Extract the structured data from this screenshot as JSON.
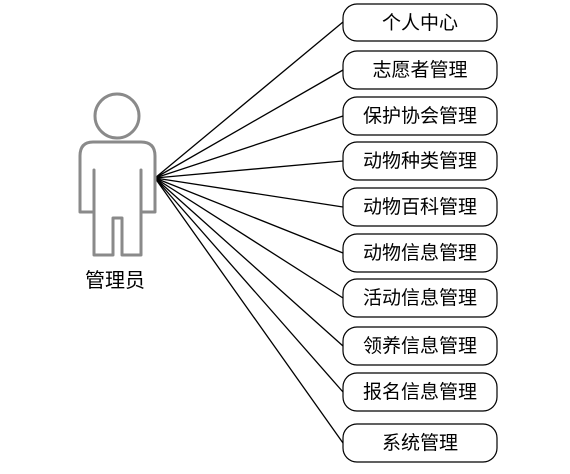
{
  "actor": {
    "label": "管理员"
  },
  "use_cases": [
    {
      "label": "个人中心"
    },
    {
      "label": "志愿者管理"
    },
    {
      "label": "保护协会管理"
    },
    {
      "label": "动物种类管理"
    },
    {
      "label": "动物百科管理"
    },
    {
      "label": "动物信息管理"
    },
    {
      "label": "活动信息管理"
    },
    {
      "label": "领养信息管理"
    },
    {
      "label": "报名信息管理"
    },
    {
      "label": "系统管理"
    }
  ]
}
